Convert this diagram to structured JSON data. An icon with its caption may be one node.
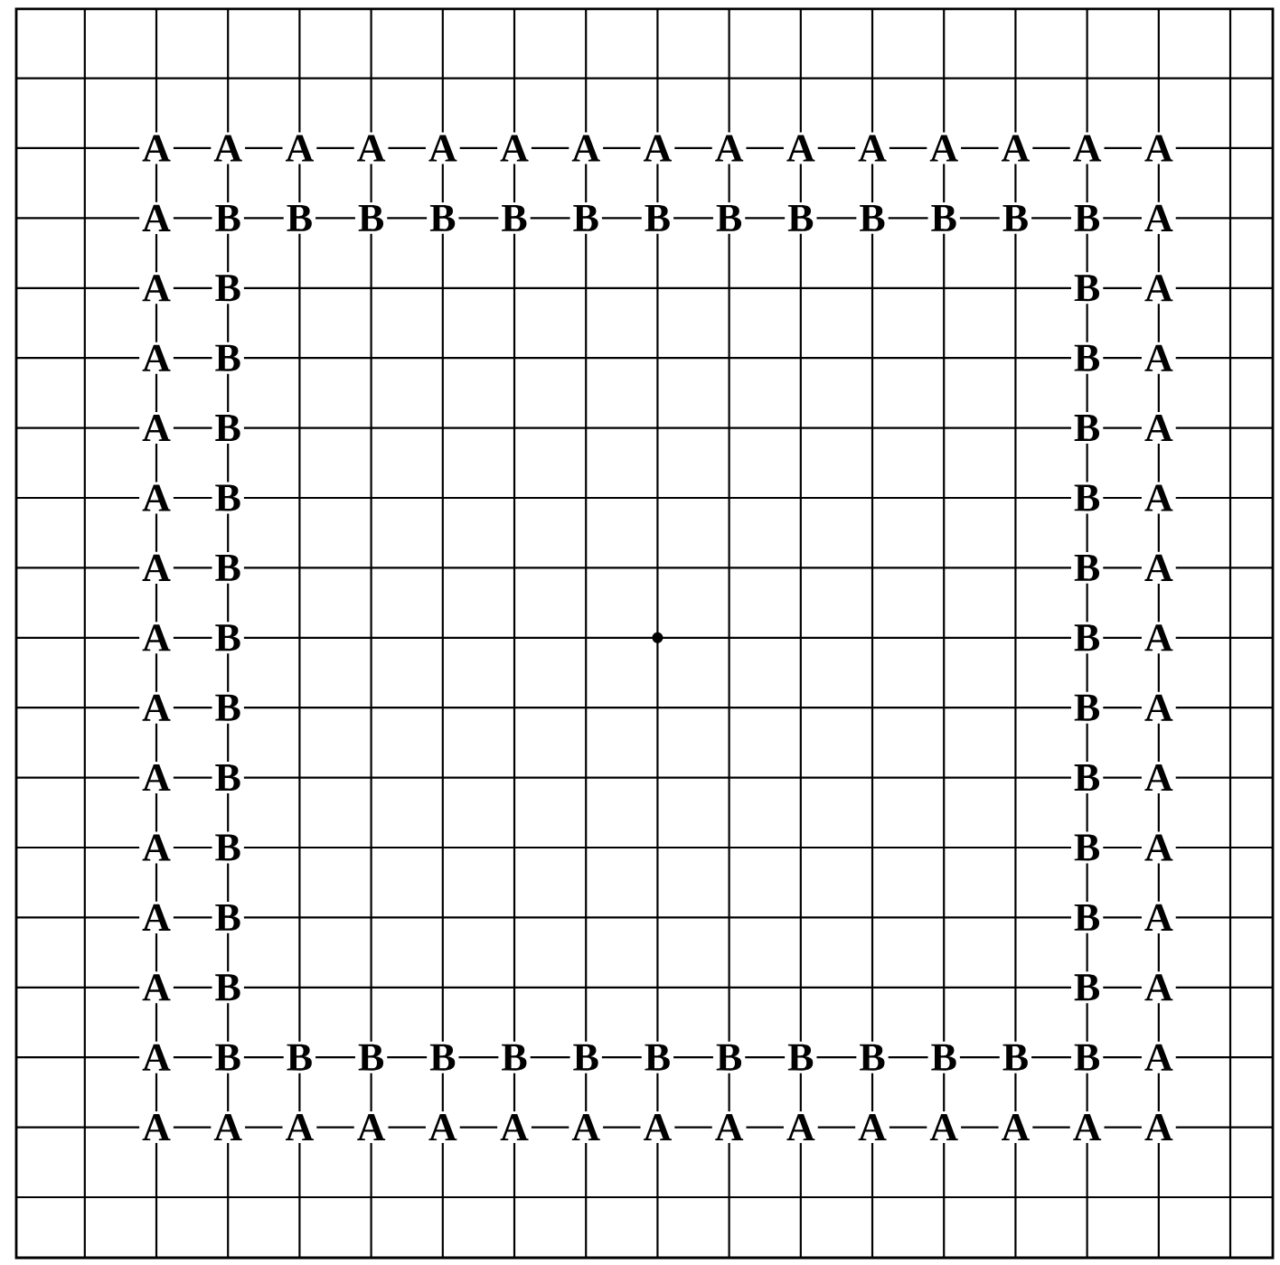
{
  "diagram": {
    "labels": [
      "A",
      "A",
      "A",
      "A",
      "A",
      "A",
      "A",
      "A",
      "A",
      "A",
      "A",
      "A",
      "A",
      "A",
      "A",
      "A",
      "B",
      "B",
      "B",
      "B",
      "B",
      "B",
      "B",
      "B",
      "B",
      "B",
      "B",
      "B",
      "B",
      "A",
      "A",
      "B",
      "B",
      "A",
      "A",
      "B",
      "B",
      "A",
      "A",
      "B",
      "B",
      "A",
      "A",
      "B",
      "B",
      "A",
      "A",
      "B",
      "B",
      "A",
      "A",
      "B",
      "B",
      "A",
      "A",
      "B",
      "B",
      "A",
      "A",
      "B",
      "B",
      "A",
      "A",
      "B",
      "B",
      "A",
      "A",
      "B",
      "B",
      "A",
      "A",
      "B",
      "B",
      "A",
      "A",
      "B",
      "B",
      "B",
      "B",
      "B",
      "B",
      "B",
      "B",
      "B",
      "B",
      "B",
      "B",
      "B",
      "A",
      "A",
      "A",
      "A",
      "A",
      "A",
      "A",
      "A",
      "A",
      "A",
      "A",
      "A",
      "A",
      "A",
      "A",
      "A"
    ]
  }
}
